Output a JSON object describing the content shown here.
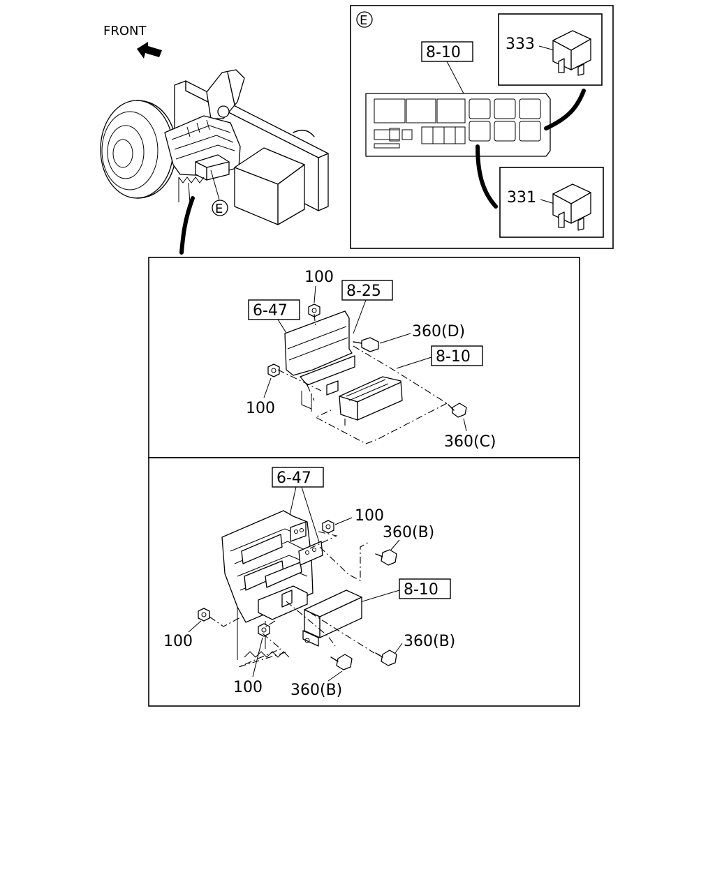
{
  "direction": {
    "front_label": "FRONT"
  },
  "detail_e": {
    "marker": "E",
    "fuse_box_ref": "8-10",
    "relay_top_ref": "333",
    "relay_bottom_ref": "331"
  },
  "overview": {
    "detail_marker": "E"
  },
  "panel_upper": {
    "bracket_ref": "6-47",
    "cover_ref": "8-25",
    "box_ref": "8-10",
    "nut_top": "100",
    "nut_left": "100",
    "bolt_d": "360(D)",
    "bolt_c": "360(C)"
  },
  "panel_lower": {
    "bracket_ref": "6-47",
    "box_ref": "8-10",
    "nut_top": "100",
    "nut_left": "100",
    "nut_bottom": "100",
    "bolt_b_top": "360(B)",
    "bolt_b_right": "360(B)",
    "bolt_b_bottom": "360(B)"
  }
}
